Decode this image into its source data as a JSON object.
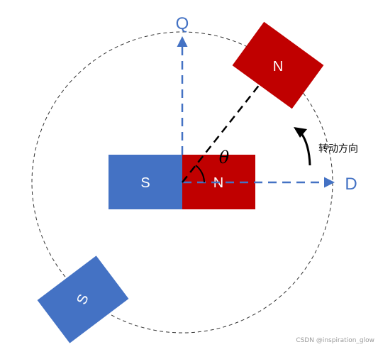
{
  "colors": {
    "blue": "#4472c4",
    "red": "#c00000",
    "black": "#000000",
    "white": "#ffffff"
  },
  "diagram": {
    "axis_q_label": "Q",
    "axis_d_label": "D",
    "center_magnet": {
      "south_label": "S",
      "north_label": "N"
    },
    "rotor_north_label": "N",
    "rotor_south_label": "S",
    "angle_label": "θ",
    "rotation_direction_label": "转动方向",
    "watermark": "CSDN @inspiration_glow"
  }
}
